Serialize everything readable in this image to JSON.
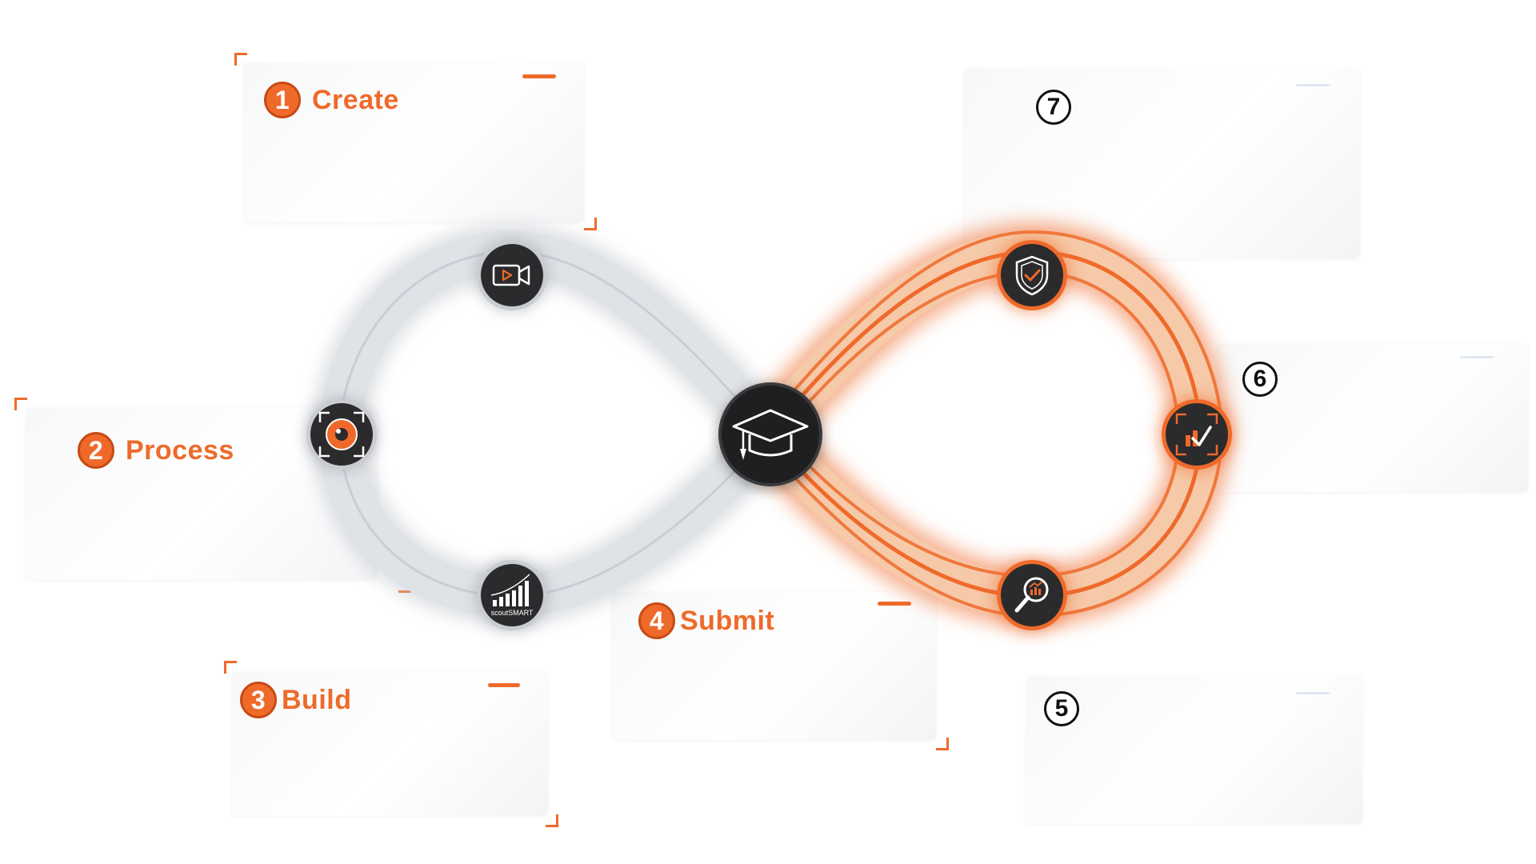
{
  "steps": [
    {
      "number": "1",
      "label": "Create"
    },
    {
      "number": "2",
      "label": "Process"
    },
    {
      "number": "3",
      "label": "Build"
    },
    {
      "number": "4",
      "label": "Submit"
    },
    {
      "number": "5",
      "label": ""
    },
    {
      "number": "6",
      "label": ""
    },
    {
      "number": "7",
      "label": ""
    }
  ],
  "nodes": {
    "video": {
      "icon": "video-camera-icon"
    },
    "eye": {
      "icon": "eye-scan-icon"
    },
    "scoutsmart": {
      "icon": "signal-bars-icon",
      "caption": "scoutSMART"
    },
    "center": {
      "icon": "graduation-cap-icon"
    },
    "shield": {
      "icon": "shield-check-icon"
    },
    "analytics": {
      "icon": "chart-check-icon"
    },
    "search": {
      "icon": "magnifier-chart-icon"
    }
  },
  "colors": {
    "accent": "#ef6a2a",
    "node_fill": "#2b2b2d",
    "loop_grey": "#c9ccd1"
  }
}
